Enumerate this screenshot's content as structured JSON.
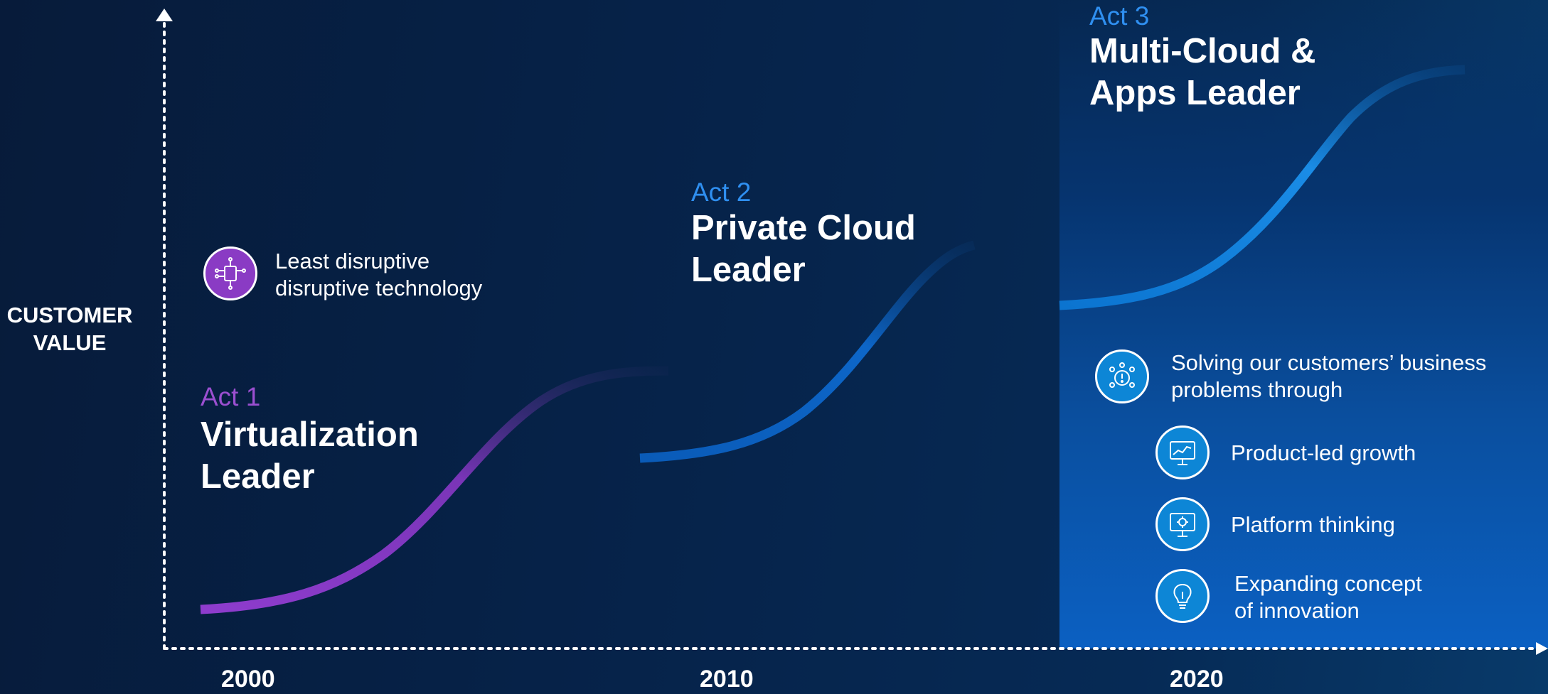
{
  "axis": {
    "y_label_line1": "CUSTOMER",
    "y_label_line2": "VALUE"
  },
  "years": [
    "2000",
    "2010",
    "2020"
  ],
  "acts": [
    {
      "label": "Act 1",
      "title_line1": "Virtualization",
      "title_line2": "Leader",
      "color": "#9b4fd0"
    },
    {
      "label": "Act 2",
      "title_line1": "Private Cloud",
      "title_line2": "Leader",
      "color": "#2f8ff0"
    },
    {
      "label": "Act 3",
      "title_line1": "Multi-Cloud &",
      "title_line2": "Apps Leader",
      "color": "#2f8ff0"
    }
  ],
  "act1_note": {
    "line1": "Least disruptive",
    "line2": "disruptive technology",
    "icon": "circuit-icon"
  },
  "act3_panel": {
    "intro_line1": "Solving our customers’ business",
    "intro_line2": "problems through",
    "intro_icon": "alert-network-icon",
    "items": [
      {
        "label": "Product-led growth",
        "icon": "monitor-chart-icon"
      },
      {
        "label": "Platform thinking",
        "icon": "monitor-gear-icon"
      },
      {
        "label_line1": "Expanding concept",
        "label_line2": "of innovation",
        "icon": "lightbulb-icon"
      }
    ]
  },
  "colors": {
    "panel_top": "#062a5a",
    "panel_bottom": "#0a5cc0",
    "icon_fill": "#0d86d6",
    "act1_icon_fill": "#8a3bc4"
  }
}
